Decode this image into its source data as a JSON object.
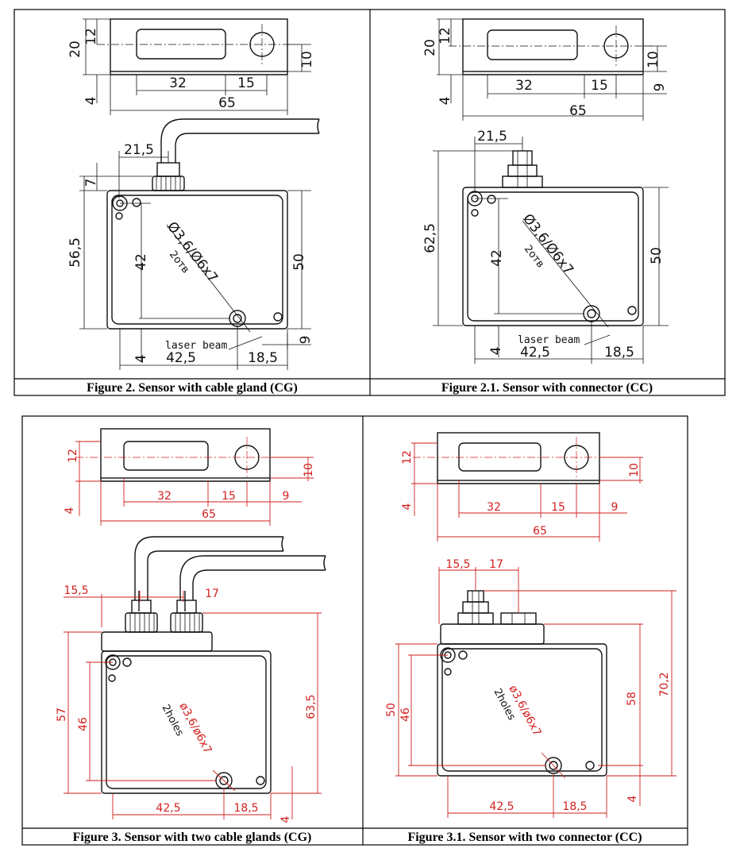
{
  "figures": [
    {
      "caption": "Figure 2. Sensor with cable gland (CG)",
      "dims": {
        "d20": "20",
        "d12": "12",
        "d10": "10",
        "d4": "4",
        "d32": "32",
        "d15": "15",
        "d65": "65",
        "d21_5": "21,5",
        "d7": "7",
        "d56_5": "56,5",
        "d42": "42",
        "d50": "50",
        "d42_5": "42,5",
        "d18_5": "18,5",
        "d9": "9"
      },
      "hole_note": "Ø3,6/Ø6x7",
      "hole_count": "2отв",
      "beam_label": "laser beam"
    },
    {
      "caption": "Figure 2.1. Sensor with connector (CC)",
      "dims": {
        "d20": "20",
        "d12": "12",
        "d10": "10",
        "d9": "9",
        "d4": "4",
        "d32": "32",
        "d15": "15",
        "d65": "65",
        "d21_5": "21,5",
        "d62_5": "62,5",
        "d42": "42",
        "d50": "50",
        "d42_5": "42,5",
        "d18_5": "18,5"
      },
      "hole_note": "Ø3,6/Ø6x7",
      "hole_count": "2отв",
      "beam_label": "laser beam"
    },
    {
      "caption": "Figure 3. Sensor with two cable glands (CG)",
      "dims": {
        "d12": "12",
        "d10": "10",
        "d4": "4",
        "d32": "32",
        "d15": "15",
        "d9": "9",
        "d65": "65",
        "d15_5": "15,5",
        "d17": "17",
        "d57": "57",
        "d46": "46",
        "d63_5": "63,5",
        "d42_5": "42,5",
        "d18_5": "18,5"
      },
      "hole_note": "ø3,6/ø6x7",
      "hole_count": "2holes"
    },
    {
      "caption": "Figure 3.1. Sensor with two connector (CC)",
      "dims": {
        "d12": "12",
        "d10": "10",
        "d4": "4",
        "d32": "32",
        "d15": "15",
        "d9": "9",
        "d65": "65",
        "d15_5": "15,5",
        "d17": "17",
        "d50": "50",
        "d46": "46",
        "d58": "58",
        "d70_2": "70,2",
        "d42_5": "42,5",
        "d18_5": "18,5"
      },
      "hole_note": "ø3,6/ø6x7",
      "hole_count": "2holes"
    }
  ],
  "colors": {
    "ink": "#111111",
    "dimension_red": "#d21f1f"
  }
}
